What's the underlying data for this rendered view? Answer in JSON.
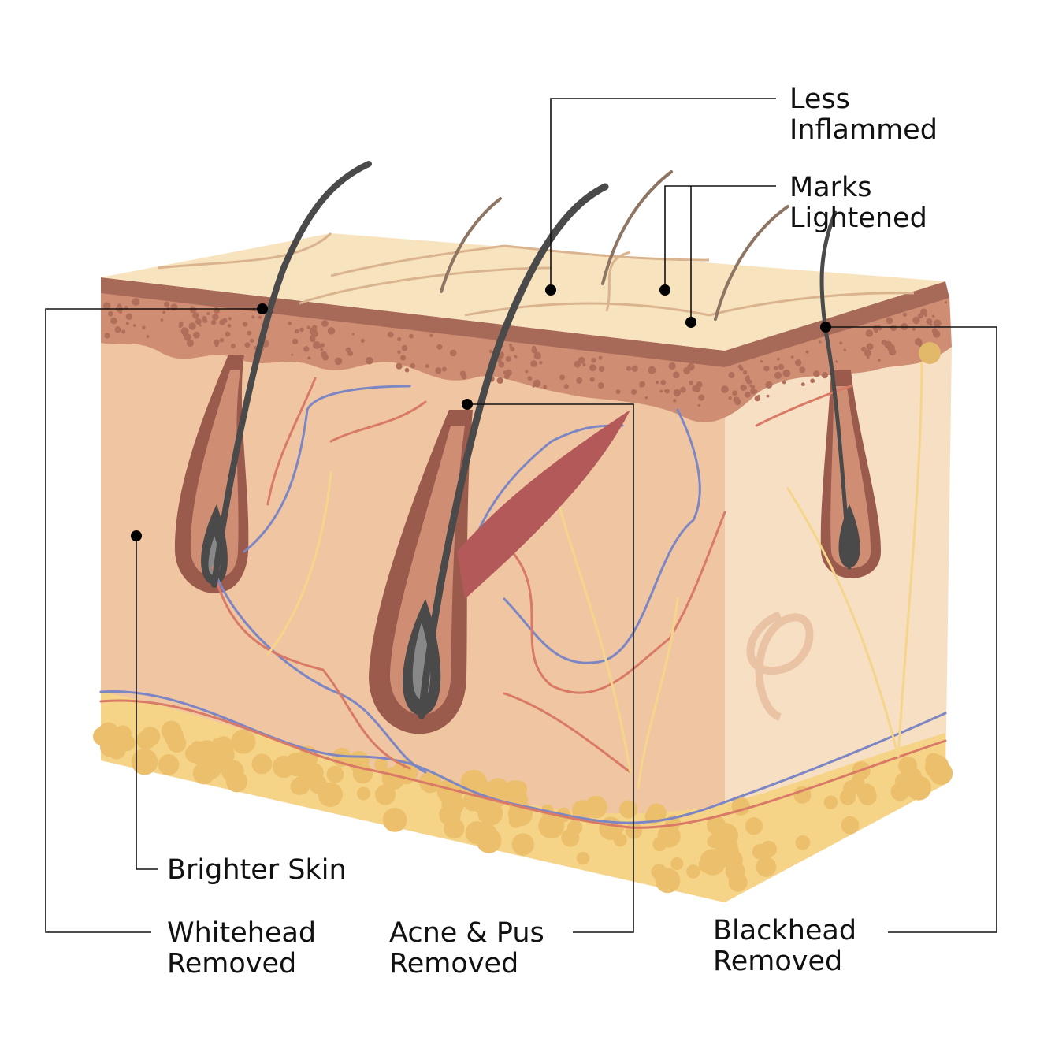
{
  "labels": {
    "less_inflammed": [
      "Less",
      "Inflammed"
    ],
    "marks_lightened": [
      "Marks",
      "Lightened"
    ],
    "brighter_skin": "Brighter Skin",
    "whitehead_removed": [
      "Whitehead",
      "Removed"
    ],
    "acne_pus_removed": [
      "Acne & Pus",
      "Removed"
    ],
    "blackhead_removed": [
      "Blackhead",
      "Removed"
    ]
  },
  "colors": {
    "surface": "#f8e3bf",
    "epidermis": "#a86a58",
    "dermis_dotted": "#cf8d74",
    "dermis_front": "#f0c6a2",
    "dermis_side": "#f7dfc4",
    "fat": "#f5d488",
    "hair": "#4a4a4a",
    "vein": "#7d86c4",
    "artery": "#d97a66"
  }
}
